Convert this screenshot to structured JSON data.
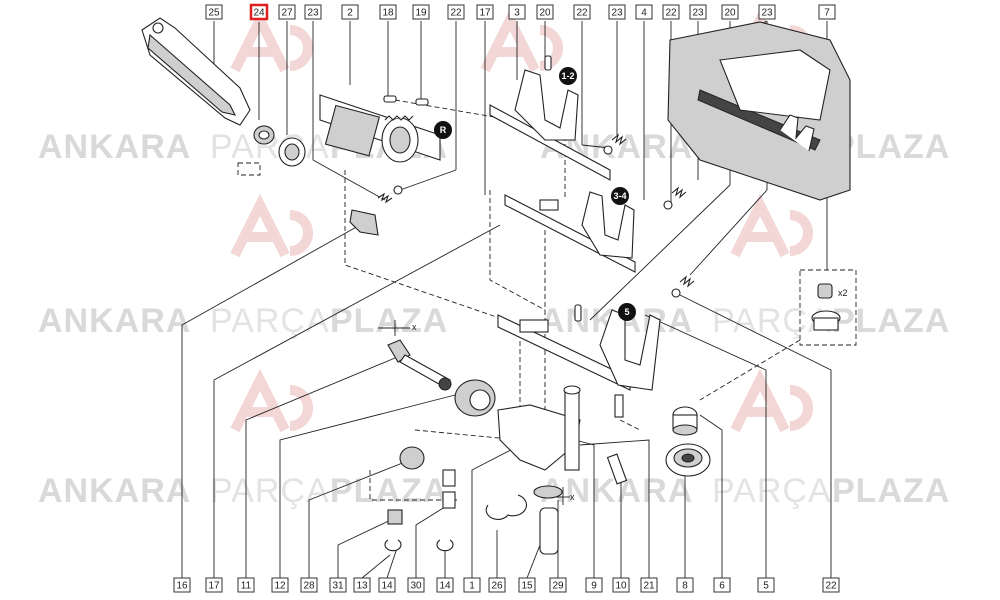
{
  "watermark": {
    "word1": "ANKARA",
    "word2": "PARÇA",
    "word3": "PLAZA"
  },
  "colors": {
    "highlight": "#e02020",
    "logo": "#f3d6d6"
  },
  "callouts_top": [
    "25",
    "24",
    "27",
    "23",
    "2",
    "18",
    "19",
    "22",
    "17",
    "3",
    "20",
    "22",
    "23",
    "4",
    "22",
    "23",
    "20",
    "23",
    "7"
  ],
  "callouts_bottom": [
    "16",
    "17",
    "11",
    "12",
    "28",
    "31",
    "13",
    "14",
    "30",
    "14",
    "1",
    "26",
    "15",
    "29",
    "9",
    "10",
    "21",
    "8",
    "6",
    "5",
    "22"
  ],
  "highlighted_callout": "24",
  "gear_markers": {
    "g12": "1-2",
    "g34": "3-4",
    "g5": "5",
    "rev": "R"
  },
  "axis_labels": {
    "x1": "x",
    "x2": "x"
  },
  "inset_label": "x2"
}
